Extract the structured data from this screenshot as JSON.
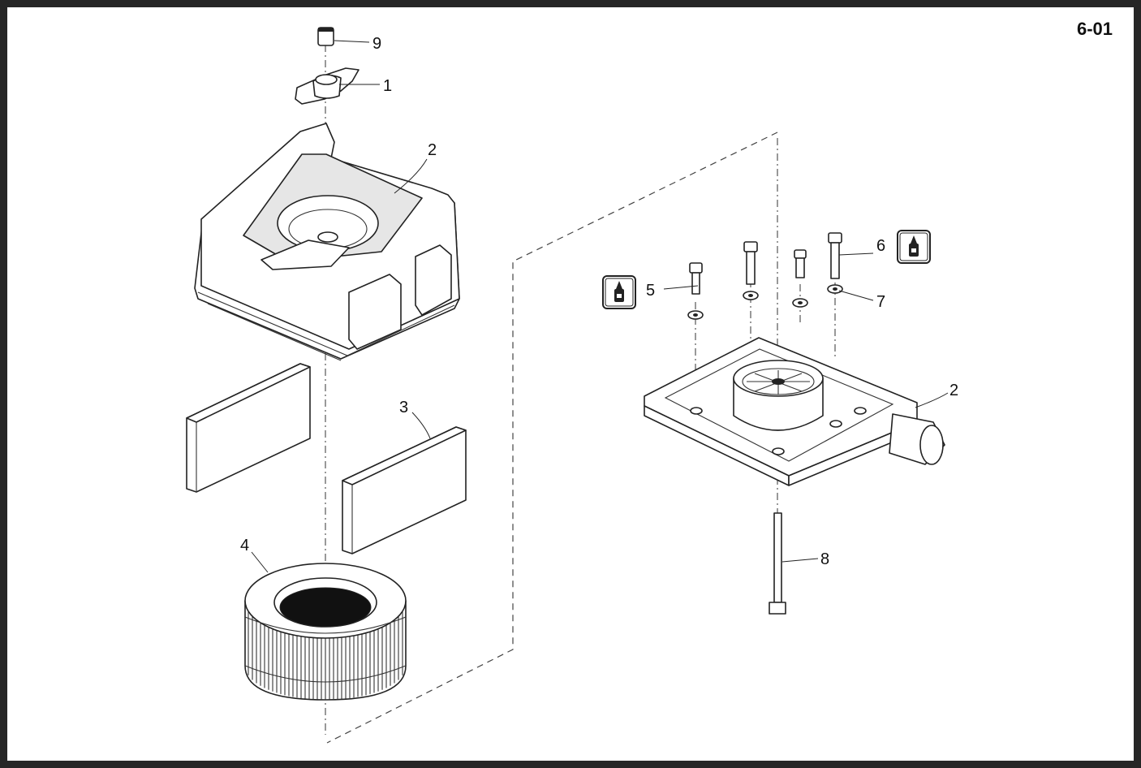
{
  "page_number": "6-01",
  "callouts": [
    {
      "id": "9",
      "label": "9"
    },
    {
      "id": "1",
      "label": "1"
    },
    {
      "id": "2a",
      "label": "2"
    },
    {
      "id": "3",
      "label": "3"
    },
    {
      "id": "4",
      "label": "4"
    },
    {
      "id": "5",
      "label": "5"
    },
    {
      "id": "6",
      "label": "6"
    },
    {
      "id": "7",
      "label": "7"
    },
    {
      "id": "2b",
      "label": "2"
    },
    {
      "id": "8",
      "label": "8"
    }
  ],
  "icons": [
    "threadlocker-icon",
    "threadlocker-icon"
  ]
}
